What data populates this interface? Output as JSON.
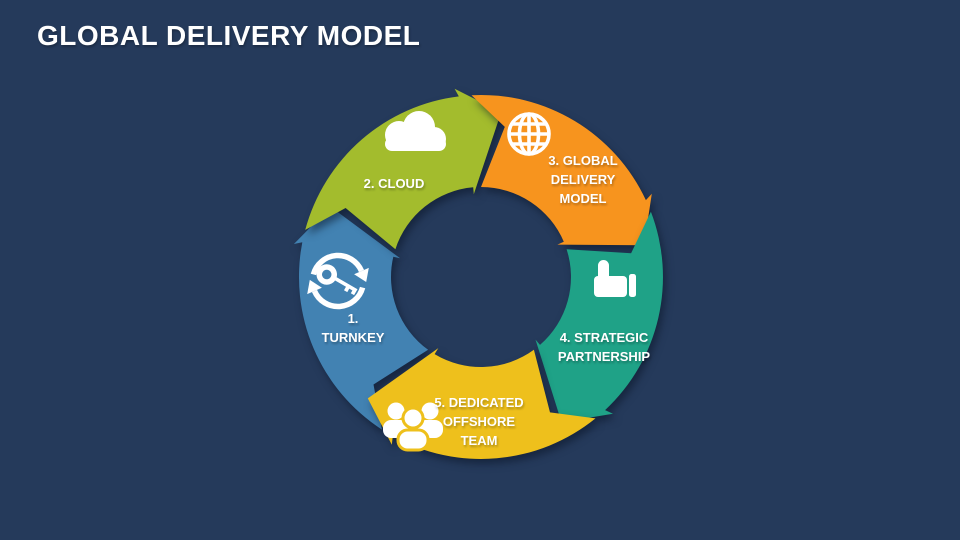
{
  "slide": {
    "title": "GLOBAL DELIVERY MODEL",
    "background_color": "#253A5B",
    "title_color": "#FFFFFF"
  },
  "diagram": {
    "type": "cycle-arrows",
    "direction": "clockwise",
    "center_hole_color": "#253A5B",
    "icon_color": "#FFFFFF",
    "label_color": "#FFFFFF",
    "segments": [
      {
        "id": "turnkey",
        "order": 1,
        "label": "1.\nTURNKEY",
        "icon": "key-cycle-icon",
        "color": "#4282B2"
      },
      {
        "id": "cloud",
        "order": 2,
        "label": "2. CLOUD",
        "icon": "cloud-icon",
        "color": "#A3BC2D"
      },
      {
        "id": "global-delivery-model",
        "order": 3,
        "label": "3. GLOBAL\nDELIVERY\nMODEL",
        "icon": "globe-icon",
        "color": "#F7941E"
      },
      {
        "id": "strategic-partnership",
        "order": 4,
        "label": "4. STRATEGIC\nPARTNERSHIP",
        "icon": "thumbs-up-icon",
        "color": "#1FA287"
      },
      {
        "id": "dedicated-offshore-team",
        "order": 5,
        "label": "5. DEDICATED\nOFFSHORE\nTEAM",
        "icon": "people-icon",
        "color": "#EEC01C"
      }
    ]
  }
}
